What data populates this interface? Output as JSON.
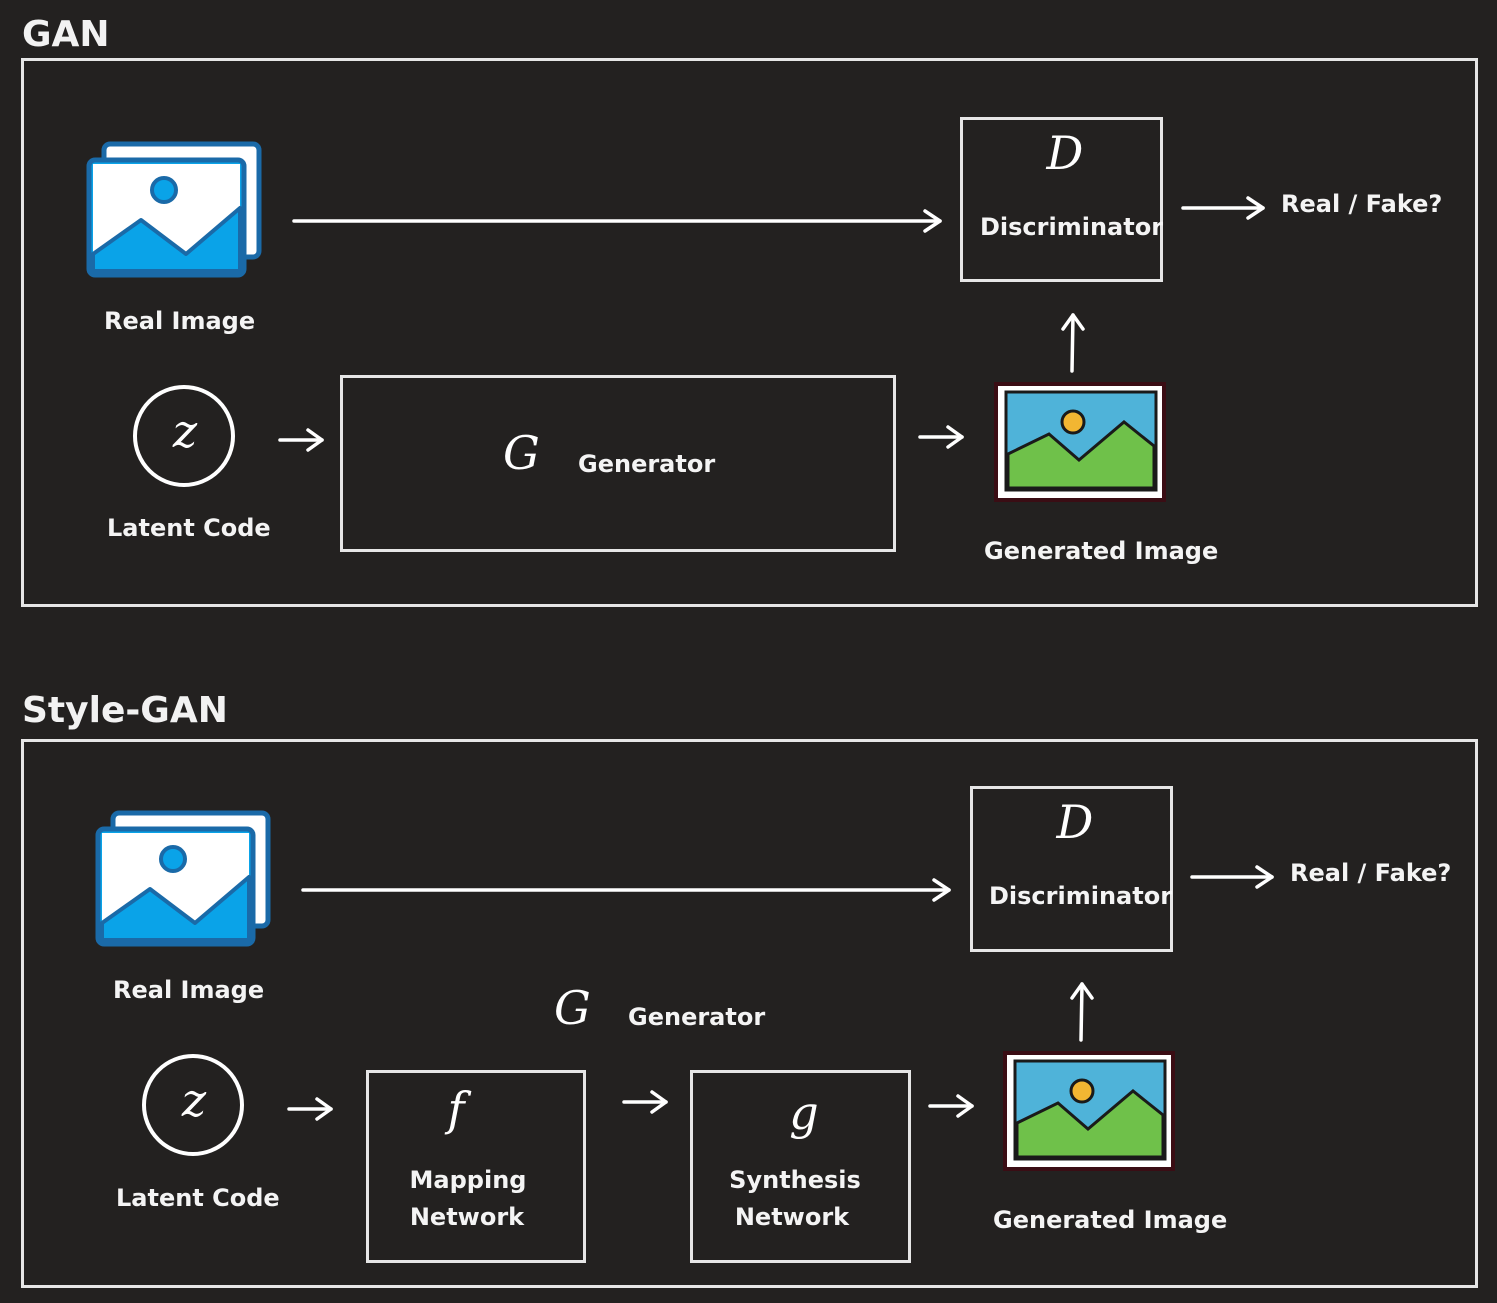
{
  "gan": {
    "title": "GAN",
    "real_image_label": "Real Image",
    "latent_code_label": "Latent Code",
    "latent_symbol": "z",
    "generator_symbol": "G",
    "generator_label": "Generator",
    "discriminator_symbol": "D",
    "discriminator_label": "Discriminator",
    "output_label": "Real / Fake?",
    "generated_image_label": "Generated Image"
  },
  "stylegan": {
    "title": "Style-GAN",
    "real_image_label": "Real Image",
    "latent_code_label": "Latent Code",
    "latent_symbol": "z",
    "generator_symbol": "G",
    "generator_label": "Generator",
    "mapping_symbol": "f",
    "mapping_label_line1": "Mapping",
    "mapping_label_line2": "Network",
    "synthesis_symbol": "g",
    "synthesis_label_line1": "Synthesis",
    "synthesis_label_line2": "Network",
    "discriminator_symbol": "D",
    "discriminator_label": "Discriminator",
    "output_label": "Real / Fake?",
    "generated_image_label": "Generated Image"
  },
  "colors": {
    "background": "#232120",
    "stroke": "#e6e6e6",
    "image_icon_blue": "#0aa3e8",
    "image_icon_border": "#1a6aa8",
    "sketch_sky": "#4fb3d9",
    "sketch_grass": "#6fc14a",
    "sketch_sun": "#f2b632",
    "sketch_frame": "#3a0d14"
  },
  "icons": [
    "image-stack-icon",
    "latent-circle-icon",
    "sketch-image-icon",
    "arrow-icon"
  ]
}
